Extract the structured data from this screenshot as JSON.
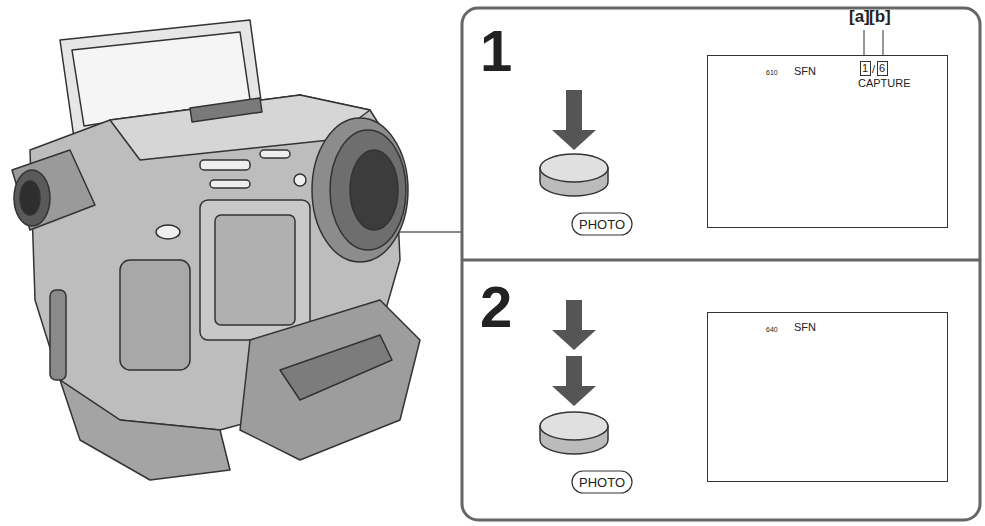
{
  "diagram": {
    "nodes": [
      {
        "text": [
          "610",
          "SFN",
          "/",
          "CAPTURE"
        ]
      },
      {
        "text": [
          "1"
        ],
        "in": 0
      },
      {
        "text": [
          "6"
        ],
        "in": 0
      },
      {
        "text": [
          "640",
          "SFN"
        ]
      }
    ],
    "labels": [
      "1",
      "2",
      "[a]",
      "[b]",
      "PHOTO",
      "PHOTO"
    ]
  }
}
